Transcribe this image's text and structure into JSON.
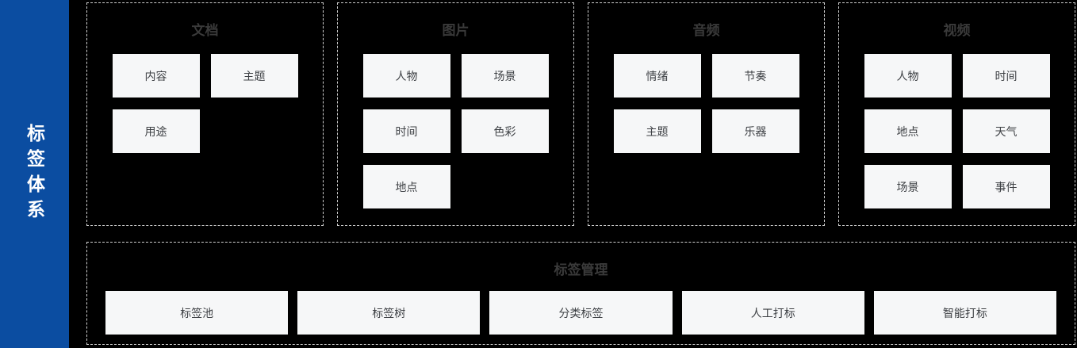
{
  "sidebar": {
    "title": "标签体系"
  },
  "sections": [
    {
      "title": "文档",
      "tags": [
        "内容",
        "主题",
        "用途"
      ]
    },
    {
      "title": "图片",
      "tags": [
        "人物",
        "场景",
        "时间",
        "色彩",
        "地点"
      ]
    },
    {
      "title": "音频",
      "tags": [
        "情绪",
        "节奏",
        "主题",
        "乐器"
      ]
    },
    {
      "title": "视频",
      "tags": [
        "人物",
        "时间",
        "地点",
        "天气",
        "场景",
        "事件"
      ]
    }
  ],
  "management": {
    "title": "标签管理",
    "tags": [
      "标签池",
      "标签树",
      "分类标签",
      "人工打标",
      "智能打标"
    ]
  },
  "colors": {
    "background": "#000000",
    "sidebar_bg": "#0b4da1",
    "sidebar_text": "#ffffff",
    "tag_bg": "#f6f7f8",
    "tag_text": "#3e4145",
    "section_title": "#3a3a3a",
    "dashed_border": "#cfcfcf"
  }
}
